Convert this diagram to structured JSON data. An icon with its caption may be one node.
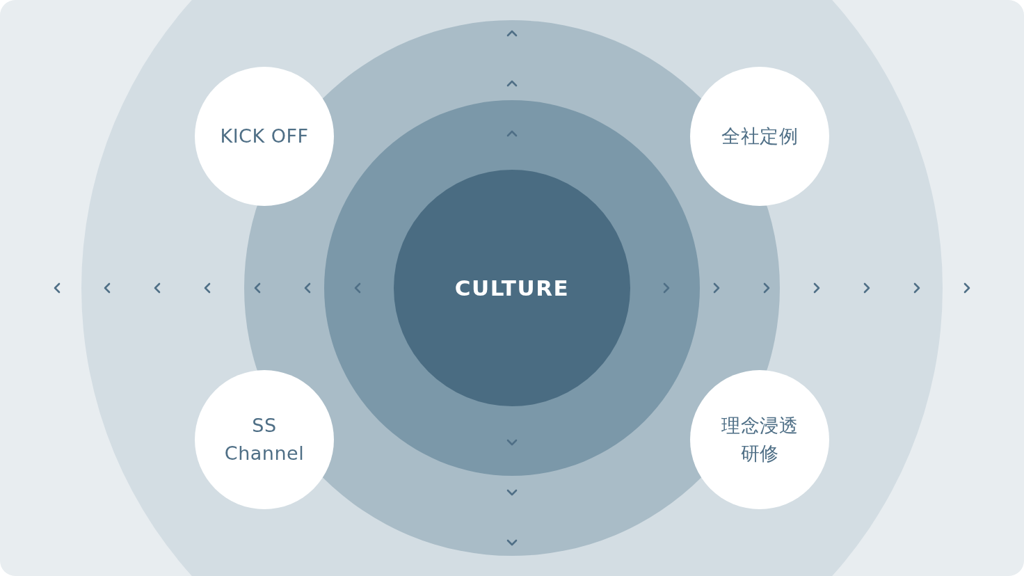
{
  "diagram": {
    "nodes": [
      {
        "text": [
          "KICK OFF"
        ]
      },
      {
        "text": [
          "全社定例"
        ]
      },
      {
        "text": [
          "CULTURE"
        ]
      },
      {
        "text": [
          "SS Channel"
        ]
      },
      {
        "text": [
          "理念浸透研修"
        ]
      }
    ]
  }
}
